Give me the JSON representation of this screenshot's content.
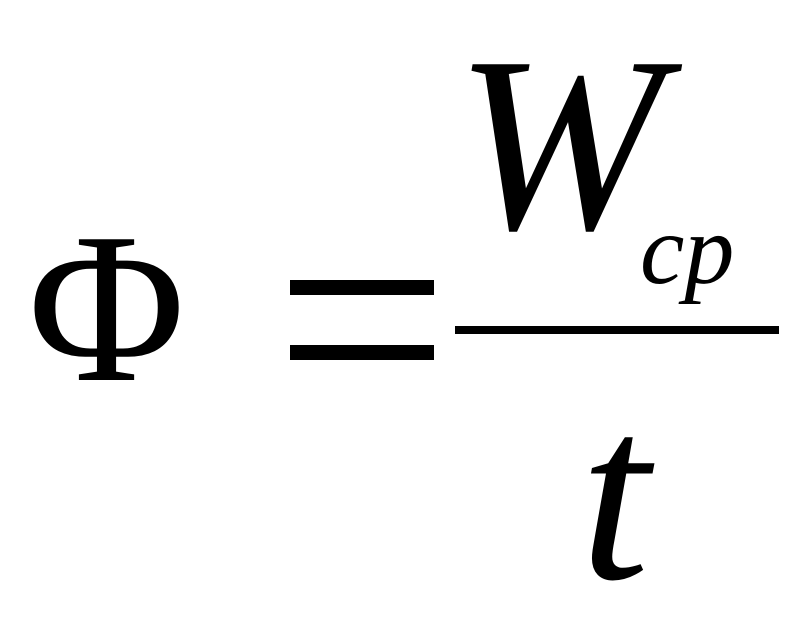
{
  "formula": {
    "lhs": "Φ",
    "operator": "=",
    "numerator": "W",
    "numerator_subscript": "cp",
    "denominator": "t"
  }
}
